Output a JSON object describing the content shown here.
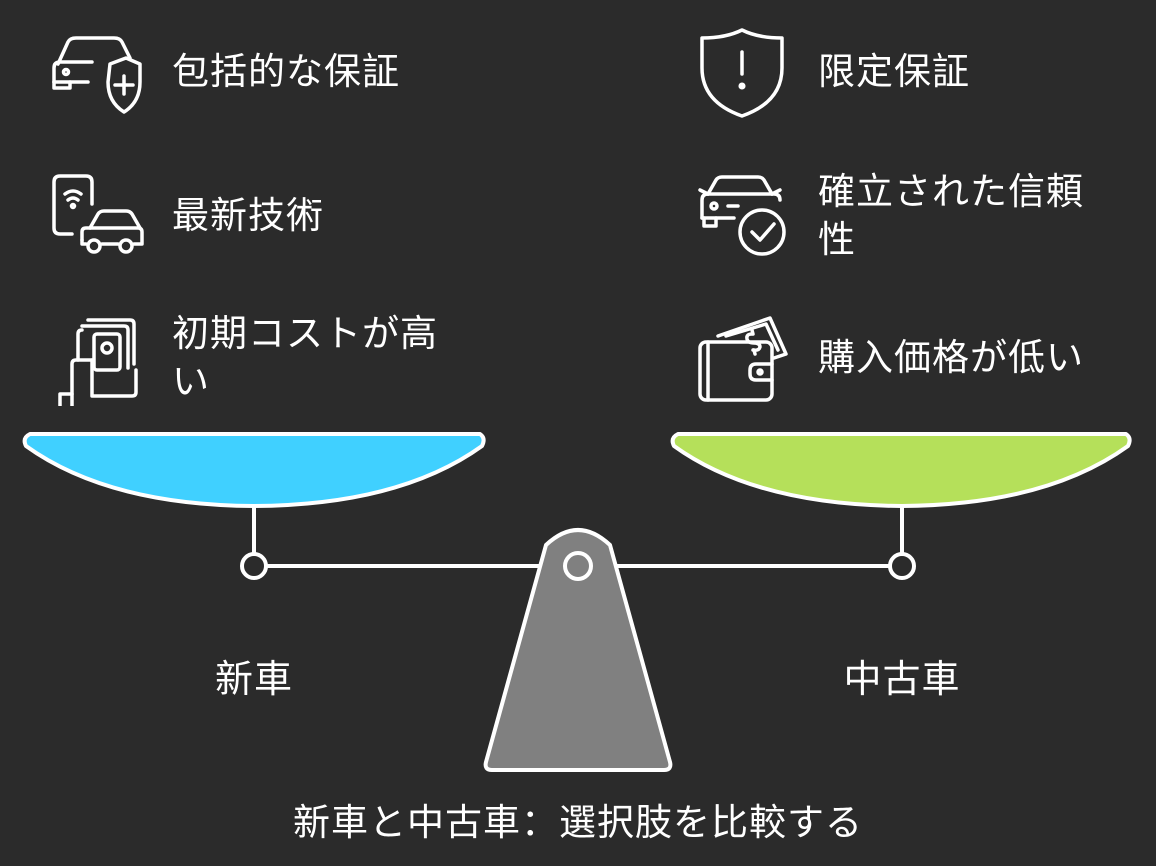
{
  "left_side": {
    "name": "新車",
    "color": "#40d0ff",
    "items": [
      {
        "icon": "car-shield-plus-icon",
        "label": "包括的な保証"
      },
      {
        "icon": "phone-car-icon",
        "label": "最新技術"
      },
      {
        "icon": "hand-money-icon",
        "label": "初期コストが高い"
      }
    ]
  },
  "right_side": {
    "name": "中古車",
    "color": "#b5e05a",
    "items": [
      {
        "icon": "shield-exclamation-icon",
        "label": "限定保証"
      },
      {
        "icon": "car-check-icon",
        "label": "確立された信頼性"
      },
      {
        "icon": "wallet-money-icon",
        "label": "購入価格が低い"
      }
    ]
  },
  "title": "新車と中古車：選択肢を比較する"
}
